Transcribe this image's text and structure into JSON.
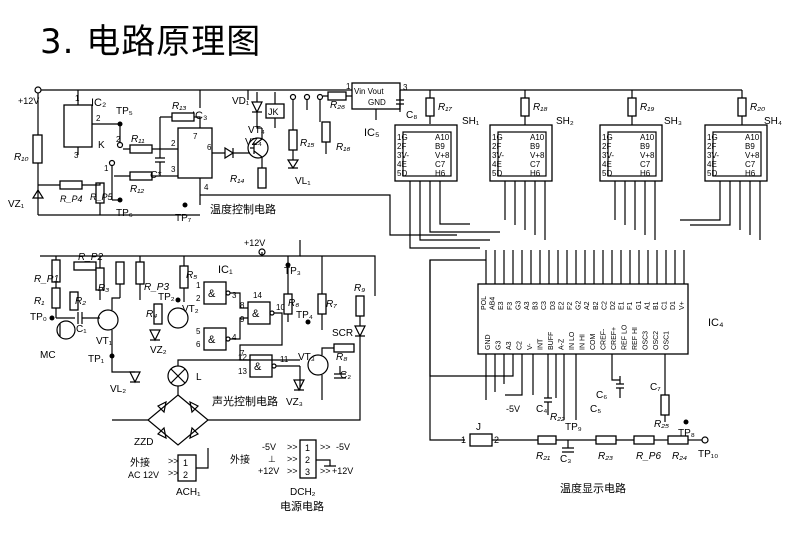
{
  "title": "3. 电路原理图",
  "sections": {
    "temp_control": "温度控制电路",
    "sound_light": "声光控制电路",
    "power": "电源电路",
    "temp_display": "温度显示电路"
  },
  "supply": {
    "plus12_top": "+12V",
    "plus12_mid": "+12V"
  },
  "temp_ctrl_labels": {
    "ic2": "IC₂",
    "ic3": "IC₃",
    "ic5": "IC₅",
    "tp5": "TP₅",
    "tp6": "TP₆",
    "tp7": "TP₇",
    "r10": "R₁₀",
    "r11": "R₁₁",
    "r12": "R₁₂",
    "r13": "R₁₃",
    "r14": "R₁₄",
    "r15": "R₁₅",
    "r16": "R₁₆",
    "r17": "R₁₇",
    "r26": "R₂₆",
    "rp4": "R_P4",
    "rp5": "R_P5",
    "vz1": "VZ₁",
    "vz4": "VZ₄",
    "vd1": "VD₁",
    "vt4": "VT₄",
    "vl1": "VL₁",
    "jk": "JK",
    "k": "K",
    "c_star": "C*",
    "c8": "C₈",
    "regulator": "Vin Vout",
    "gnd": "GND"
  },
  "display_labels": {
    "sh1": "SH₁",
    "sh2": "SH₂",
    "sh3": "SH₃",
    "sh4": "SH₄",
    "r18": "R₁₈",
    "r19": "R₁₉",
    "r20": "R₂₀",
    "ic4": "IC₄",
    "seg_pins_left": [
      "1",
      "2",
      "3",
      "4",
      "5"
    ],
    "seg_pins_right": [
      "10",
      "9",
      "8",
      "7",
      "6"
    ],
    "seg_names": [
      "G",
      "F",
      "V-",
      "E",
      "D"
    ],
    "seg_names_r": [
      "A",
      "B",
      "V+",
      "C",
      "H"
    ],
    "ic4_top_pins": "POL AB4 E3 F3 G3 A3 B3 C3 D3 E2 F2 G2 A2 B2 C2 D2 E1 F1 G1 A1 B1 C1 D1 V+",
    "ic4_bot_pins": "GND G3 A3 C2 V- INT BUFF A-Z IN LO IN HI COM CREF- CREF+ REF LO REF HI OSC3 OSC2 OSC1",
    "c4": "C₄",
    "c5": "C₅",
    "c6": "C₆",
    "c7": "C₇",
    "r22": "R₂₂",
    "r25": "R₂₅",
    "r21": "R₂₁",
    "c3": "C₃",
    "r23": "R₂₃",
    "rp6": "R_P6",
    "r24": "R₂₄",
    "tp8": "TP₈",
    "tp9": "TP₉",
    "tp10": "TP₁₀",
    "j": "J",
    "minus5": "-5V"
  },
  "sound_labels": {
    "rp1": "R_P1",
    "rp2": "R_P2",
    "rp3": "R_P3",
    "r1": "R₁",
    "r2": "R₂",
    "r3": "R₃",
    "r4": "R₄",
    "r5": "R₅",
    "r6": "R₆",
    "r7": "R₇",
    "r8": "R₈",
    "r9": "R₉",
    "ic1": "IC₁",
    "tp0": "TP₀",
    "tp1": "TP₁",
    "tp2": "TP₂",
    "tp3": "TP₃",
    "tp4": "TP₄",
    "c1": "C₁",
    "c2": "C₂",
    "mc": "MC",
    "vt1": "VT₁",
    "vt2": "VT₂",
    "vt3": "VT₃",
    "vz2": "VZ₂",
    "vz3": "VZ₃",
    "vl2": "VL₂",
    "l": "L",
    "zzd": "ZZD",
    "scr": "SCR"
  },
  "power_labels": {
    "ach1": "ACH₁",
    "dch2": "DCH₂",
    "ext1": "外接",
    "ext2": "外接",
    "ac12": "AC 12V",
    "m5": "-5V",
    "gnd": "⊥",
    "p12": "+12V",
    "out_m5": "-5V",
    "out_p12": "+12V"
  }
}
